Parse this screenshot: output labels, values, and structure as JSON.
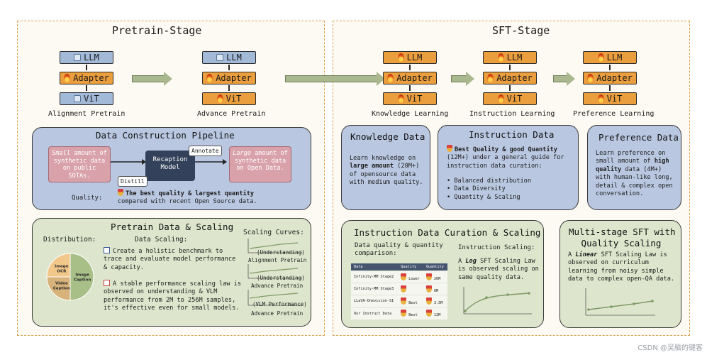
{
  "pretrain": {
    "title": "Pretrain-Stage",
    "model1": {
      "llm": "LLM",
      "adapter": "Adapter",
      "vit": "ViT",
      "caption": "Alignment Pretrain"
    },
    "model2": {
      "llm": "LLM",
      "adapter": "Adapter",
      "vit": "ViT",
      "caption": "Advance Pretrain"
    },
    "pipeline": {
      "title": "Data Construction Pipeline",
      "small_label": "Small",
      "small_rest": " amount of synthetic data on public SOTAs.",
      "model_label": "Recaption Model",
      "large_label": "Large",
      "large_rest": " amount of synthetic data on Open Data.",
      "distill": "Distill",
      "annotate": "Annotate",
      "quality_label": "Quality:",
      "quality_bold": "The best quality & largest quantity",
      "quality_rest": "compared with recent Open Source data."
    },
    "scaling": {
      "title": "Pretrain Data & Scaling",
      "distribution_label": "Distribution:",
      "data_scaling_label": "Data Scaling:",
      "pie": [
        {
          "label": "Image OCR",
          "value": 25,
          "color": "#f1c78a"
        },
        {
          "label": "Image Caption",
          "value": 50,
          "color": "#a8bf88"
        },
        {
          "label": "Video Caption",
          "value": 25,
          "color": "#d7b27a"
        }
      ],
      "point1": "Create a holistic benchmark to trace and evaluate model performance & capacity.",
      "point2": "A stable performance scaling law is observed on understanding & VLM performance from 2M to 256M samples, it's effective even for small models.",
      "curves_title": "Scaling Curves:",
      "curves": [
        {
          "inner": "(Understanding)",
          "caption": "Alignment Pretrain"
        },
        {
          "inner": "(Understanding)",
          "caption": "Advance Pretrain"
        },
        {
          "inner": "(VLM Performance)",
          "caption": "Advance Pretrain"
        }
      ]
    }
  },
  "sft": {
    "title": "SFT-Stage",
    "models": [
      {
        "llm": "LLM",
        "adapter": "Adapter",
        "vit": "ViT",
        "caption": "Knowledge Learning"
      },
      {
        "llm": "LLM",
        "adapter": "Adapter",
        "vit": "ViT",
        "caption": "Instruction Learning"
      },
      {
        "llm": "LLM",
        "adapter": "Adapter",
        "vit": "ViT",
        "caption": "Preference Learning"
      }
    ],
    "knowledge": {
      "title": "Knowledge Data",
      "l1": "Learn knowledge on",
      "bold": "large amount",
      "l2": " (20M+)",
      "l3": "of opensource data",
      "l4": "with medium quality."
    },
    "instruction": {
      "title": "Instruction Data",
      "bold": "Best Quality & good Quantity",
      "l1": "(12M+) under a general guide for",
      "l2": "instruction data curation:",
      "bullets": [
        "Balanced distribution",
        "Data Diversity",
        "Quantity & Scaling"
      ]
    },
    "preference": {
      "title": "Preference Data",
      "l1": "Learn preference on",
      "l2": "small amount of ",
      "bold": "high",
      "bold2": "quality",
      "l3": " data (4M+)",
      "l4": "with human-like long,",
      "l5": "detail & complex open",
      "l6": "conversation."
    },
    "curation": {
      "title": "Instruction Data Curation & Scaling",
      "sub1": "Data quality & quantity",
      "sub2": "comparison:",
      "scaling_label": "Instruction Scaling:",
      "law_pre": "A ",
      "law_bold": "Log",
      "law_rest": " SFT Scaling Law is observed scaling on same quality data.",
      "table_headers": [
        "Data",
        "Quality",
        "Quantity"
      ],
      "table_rows": [
        [
          "Infinity-MM Stage2",
          "Lower",
          "20M"
        ],
        [
          "Infinity-MM Stage3",
          "",
          "6M"
        ],
        [
          "LLaVA-Onevision-SI",
          "Best",
          "3.5M"
        ],
        [
          "Our Instruct Data",
          "Best",
          "12M"
        ]
      ]
    },
    "multistage": {
      "title1": "Multi-stage SFT with",
      "title2": "Quality Scaling",
      "pre": "A ",
      "bold": "Linear",
      "rest": " SFT Scaling Law is observed on curriculum learning from noisy simple data to complex open-QA data."
    }
  },
  "watermark": "CSDN @吴脑的键客"
}
